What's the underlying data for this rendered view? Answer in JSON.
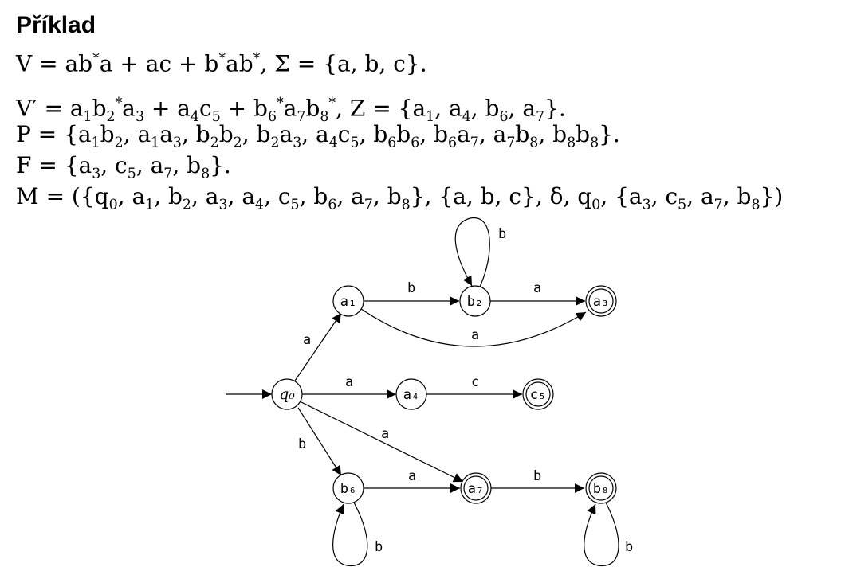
{
  "title": "Příklad",
  "formulas": [
    "V = ab*a + ac + b*ab*, Σ = {a, b, c}.",
    "V′ = a₁b₂*a₃ + a₄c₅ + b₆*a₇b₈*, Z = {a₁, a₄, b₆, a₇}.",
    "P = {a₁b₂, a₁a₃, b₂b₂, b₂a₃, a₄c₅, b₆b₆, b₆a₇, a₇b₈, b₈b₈}.",
    "F = {a₃, c₅, a₇, b₈}.",
    "M = ({q₀, a₁, b₂, a₃, a₄, c₅, b₆, a₇, b₈}, {a, b, c}, δ, q₀, {a₃, c₅, a₇, b₈})"
  ],
  "automaton": {
    "start_state": "q0",
    "states": [
      {
        "id": "q0",
        "label": "q₀",
        "final": false
      },
      {
        "id": "a1",
        "label": "a₁",
        "final": false
      },
      {
        "id": "b2",
        "label": "b₂",
        "final": false
      },
      {
        "id": "a3",
        "label": "a₃",
        "final": true
      },
      {
        "id": "a4",
        "label": "a₄",
        "final": false
      },
      {
        "id": "c5",
        "label": "c₅",
        "final": true
      },
      {
        "id": "b6",
        "label": "b₆",
        "final": false
      },
      {
        "id": "a7",
        "label": "a₇",
        "final": true
      },
      {
        "id": "b8",
        "label": "b₈",
        "final": true
      }
    ],
    "transitions": [
      {
        "from": "q0",
        "to": "a1",
        "label": "a"
      },
      {
        "from": "q0",
        "to": "a4",
        "label": "a"
      },
      {
        "from": "q0",
        "to": "b6",
        "label": "b"
      },
      {
        "from": "q0",
        "to": "a7",
        "label": "a"
      },
      {
        "from": "a1",
        "to": "b2",
        "label": "b"
      },
      {
        "from": "a1",
        "to": "a3",
        "label": "a"
      },
      {
        "from": "b2",
        "to": "b2",
        "label": "b"
      },
      {
        "from": "b2",
        "to": "a3",
        "label": "a"
      },
      {
        "from": "a4",
        "to": "c5",
        "label": "c"
      },
      {
        "from": "b6",
        "to": "a7",
        "label": "a"
      },
      {
        "from": "b6",
        "to": "b6",
        "label": "b"
      },
      {
        "from": "a7",
        "to": "b8",
        "label": "b"
      },
      {
        "from": "b8",
        "to": "b8",
        "label": "b"
      }
    ]
  }
}
